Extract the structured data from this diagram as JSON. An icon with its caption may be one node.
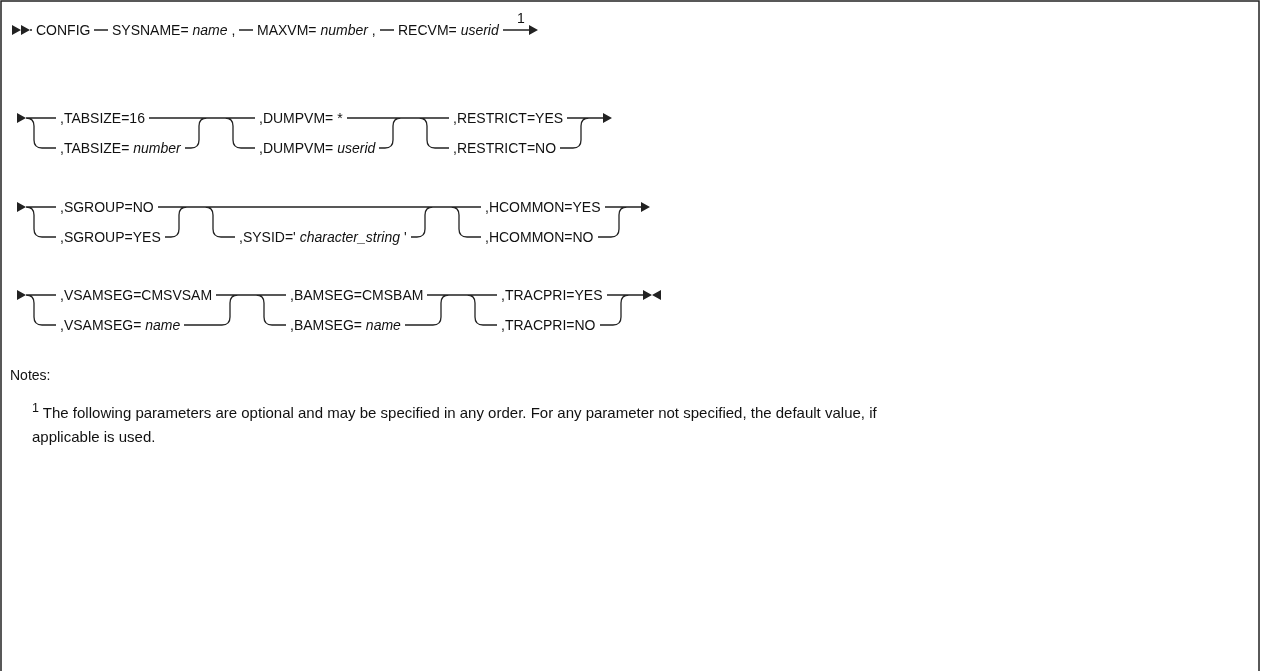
{
  "diagram": {
    "labels": [
      "CONFIG",
      "SYSNAME= *name* ,",
      "MAXVM= *number* ,",
      "RECVM= *userid*",
      "1",
      ",TABSIZE=16",
      ",TABSIZE= *number*",
      ",DUMPVM= *",
      ",DUMPVM= *userid*",
      ",RESTRICT=YES",
      ",RESTRICT=NO",
      ",SGROUP=NO",
      ",SGROUP=YES",
      ",SYSID=' *character_string* '",
      ",HCOMMON=YES",
      ",HCOMMON=NO",
      ",VSAMSEG=CMSVSAM",
      ",VSAMSEG= *name*",
      ",BAMSEG=CMSBAM",
      ",BAMSEG= *name*",
      ",TRACPRI=YES",
      ",TRACPRI=NO",
      "Notes:",
      "$^{1}$ The following parameters are optional and may be specified in any order. For any parameter not specified, the default value, if applicable is used."
    ]
  }
}
